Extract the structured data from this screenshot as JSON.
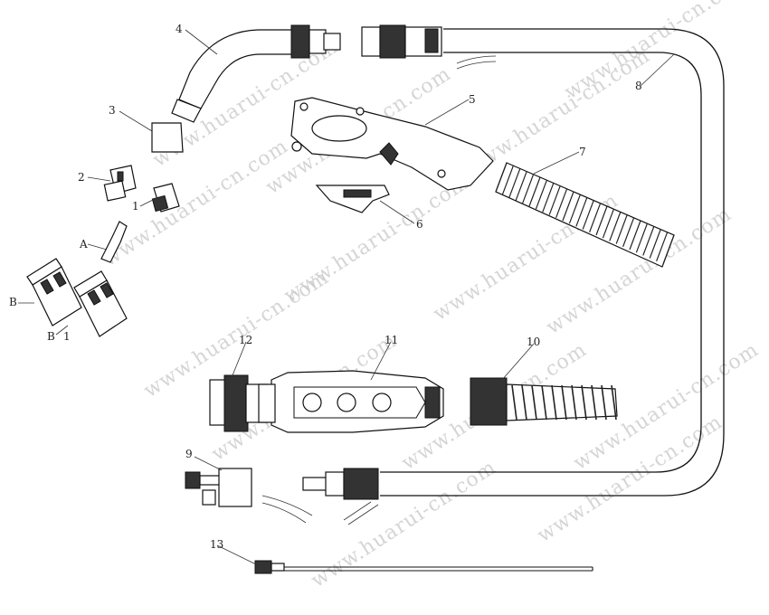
{
  "diagram": {
    "callouts": [
      "1",
      "2",
      "3",
      "4",
      "5",
      "6",
      "7",
      "8",
      "9",
      "10",
      "11",
      "12",
      "13",
      "A",
      "B",
      "B",
      "1"
    ],
    "watermark": "www.huarui-cn.com"
  },
  "colors": {
    "line": "#111111",
    "fill": "#333333",
    "watermark": "#c8c8c8"
  }
}
